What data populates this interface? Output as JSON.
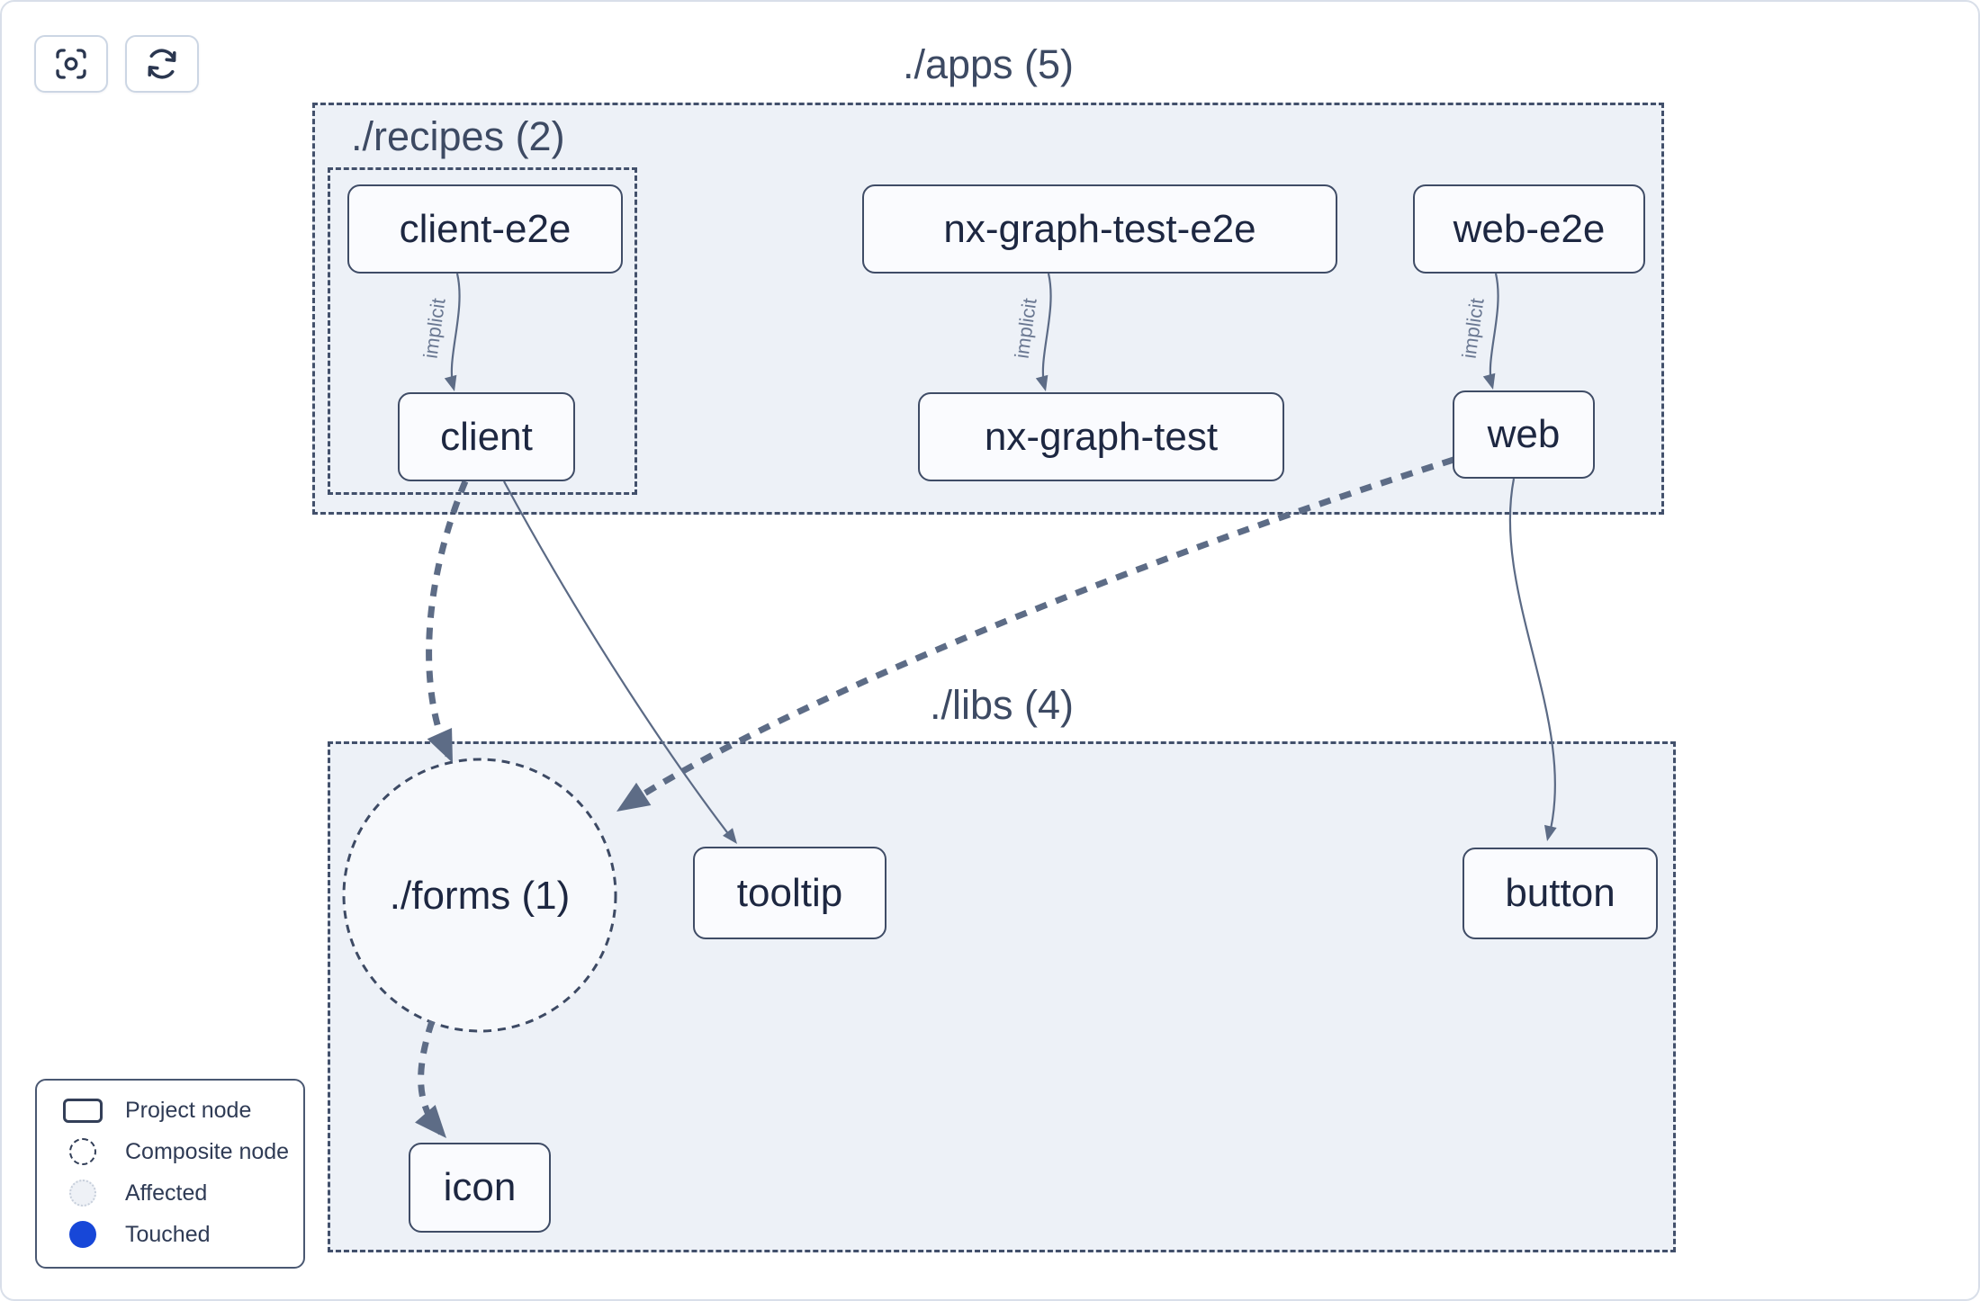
{
  "toolbar": {
    "buttons": [
      {
        "name": "focus-selection",
        "icon": "focus-icon"
      },
      {
        "name": "refresh-graph",
        "icon": "refresh-icon"
      }
    ]
  },
  "graph": {
    "groups": {
      "apps": {
        "label": "./apps (5)"
      },
      "recipes": {
        "label": "./recipes (2)"
      },
      "libs": {
        "label": "./libs (4)"
      }
    },
    "composites": {
      "forms": {
        "label": "./forms (1)"
      }
    },
    "nodes": {
      "client_e2e": {
        "label": "client-e2e"
      },
      "nx_graph_test_e2e": {
        "label": "nx-graph-test-e2e"
      },
      "web_e2e": {
        "label": "web-e2e"
      },
      "client": {
        "label": "client"
      },
      "nx_graph_test": {
        "label": "nx-graph-test"
      },
      "web": {
        "label": "web"
      },
      "tooltip": {
        "label": "tooltip"
      },
      "button": {
        "label": "button"
      },
      "icon": {
        "label": "icon"
      }
    },
    "edges": [
      {
        "from": "client-e2e",
        "to": "client",
        "type": "implicit",
        "label": "implicit"
      },
      {
        "from": "nx-graph-test-e2e",
        "to": "nx-graph-test",
        "type": "implicit",
        "label": "implicit"
      },
      {
        "from": "web-e2e",
        "to": "web",
        "type": "implicit",
        "label": "implicit"
      },
      {
        "from": "client",
        "to": "./forms",
        "type": "collapsed-dependency",
        "label": ""
      },
      {
        "from": "web",
        "to": "./forms",
        "type": "collapsed-dependency",
        "label": ""
      },
      {
        "from": "./forms",
        "to": "icon",
        "type": "collapsed-dependency",
        "label": ""
      },
      {
        "from": "client",
        "to": "tooltip",
        "type": "dependency",
        "label": ""
      },
      {
        "from": "web",
        "to": "button",
        "type": "dependency",
        "label": ""
      }
    ]
  },
  "legend": {
    "items": [
      {
        "icon": "project-node-icon",
        "label": "Project node"
      },
      {
        "icon": "composite-node-icon",
        "label": "Composite node"
      },
      {
        "icon": "affected-icon",
        "label": "Affected"
      },
      {
        "icon": "touched-icon",
        "label": "Touched"
      }
    ]
  },
  "colors": {
    "touched_blue": "#1747d8",
    "affected_fill": "#eef1f6",
    "group_fill": "#edf1f7",
    "edge": "#5d6c86",
    "node_border": "#3f4c66",
    "node_text": "#1d2741",
    "group_border": "#42506b",
    "page_border": "#d9dfe9"
  }
}
